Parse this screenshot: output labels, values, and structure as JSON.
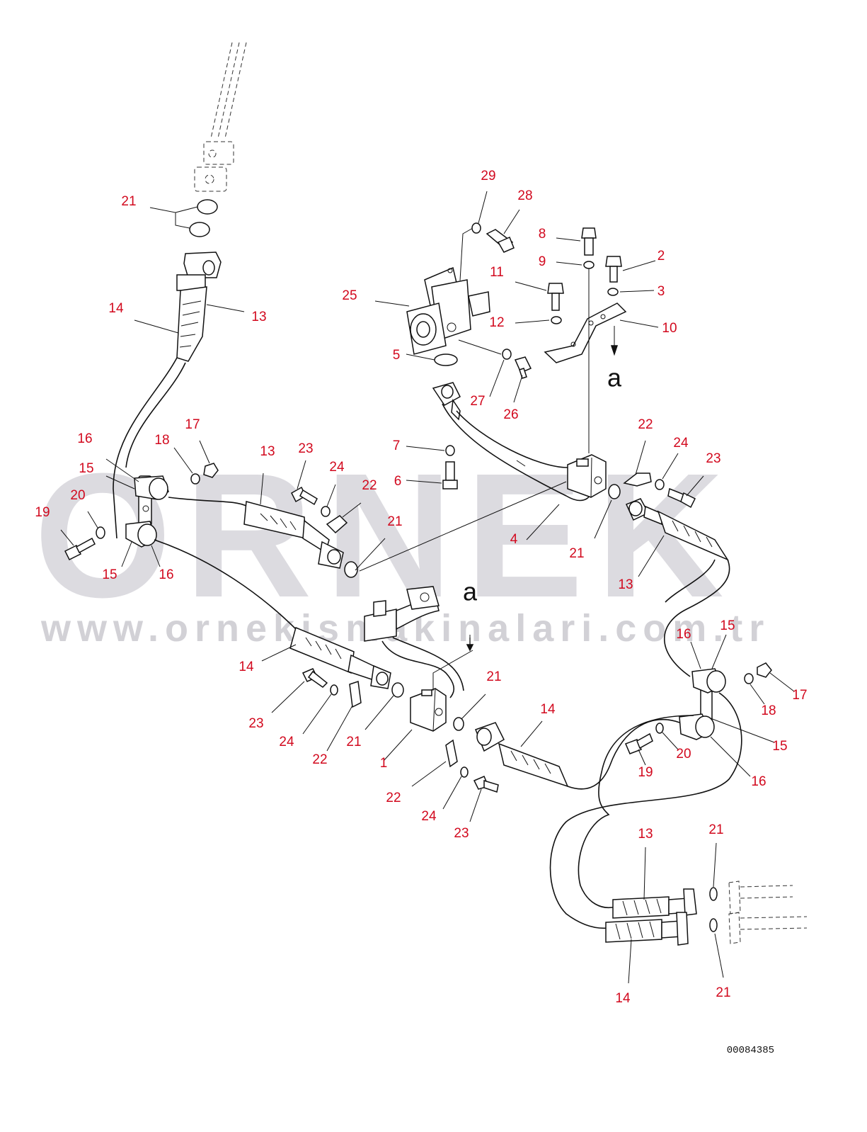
{
  "watermark": {
    "brand": "ORNEK",
    "url": "www.ornekismakinalari.com.tr"
  },
  "document_number": "00084385",
  "view_markers": [
    "a",
    "a"
  ],
  "callouts": [
    {
      "id": "c-21-top",
      "label": "21"
    },
    {
      "id": "c-14-top",
      "label": "14"
    },
    {
      "id": "c-13-top",
      "label": "13"
    },
    {
      "id": "c-16-left",
      "label": "16"
    },
    {
      "id": "c-15-left",
      "label": "15"
    },
    {
      "id": "c-20-left",
      "label": "20"
    },
    {
      "id": "c-19-left",
      "label": "19"
    },
    {
      "id": "c-15-left-b",
      "label": "15"
    },
    {
      "id": "c-16-left-b",
      "label": "16"
    },
    {
      "id": "c-18-left",
      "label": "18"
    },
    {
      "id": "c-17-left",
      "label": "17"
    },
    {
      "id": "c-13-mid",
      "label": "13"
    },
    {
      "id": "c-23-mid",
      "label": "23"
    },
    {
      "id": "c-24-mid",
      "label": "24"
    },
    {
      "id": "c-22-mid",
      "label": "22"
    },
    {
      "id": "c-21-mid",
      "label": "21"
    },
    {
      "id": "c-29",
      "label": "29"
    },
    {
      "id": "c-28",
      "label": "28"
    },
    {
      "id": "c-25",
      "label": "25"
    },
    {
      "id": "c-5",
      "label": "5"
    },
    {
      "id": "c-27",
      "label": "27"
    },
    {
      "id": "c-26",
      "label": "26"
    },
    {
      "id": "c-8",
      "label": "8"
    },
    {
      "id": "c-9",
      "label": "9"
    },
    {
      "id": "c-11",
      "label": "11"
    },
    {
      "id": "c-12",
      "label": "12"
    },
    {
      "id": "c-2",
      "label": "2"
    },
    {
      "id": "c-3",
      "label": "3"
    },
    {
      "id": "c-10",
      "label": "10"
    },
    {
      "id": "c-7",
      "label": "7"
    },
    {
      "id": "c-6",
      "label": "6"
    },
    {
      "id": "c-4",
      "label": "4"
    },
    {
      "id": "c-21-right",
      "label": "21"
    },
    {
      "id": "c-22-right",
      "label": "22"
    },
    {
      "id": "c-24-right",
      "label": "24"
    },
    {
      "id": "c-23-right",
      "label": "23"
    },
    {
      "id": "c-13-right",
      "label": "13"
    },
    {
      "id": "c-14-center",
      "label": "14"
    },
    {
      "id": "c-23-low",
      "label": "23"
    },
    {
      "id": "c-24-low",
      "label": "24"
    },
    {
      "id": "c-22-low",
      "label": "22"
    },
    {
      "id": "c-21-low",
      "label": "21"
    },
    {
      "id": "c-1",
      "label": "1"
    },
    {
      "id": "c-21-low2",
      "label": "21"
    },
    {
      "id": "c-14-low",
      "label": "14"
    },
    {
      "id": "c-22-bottom",
      "label": "22"
    },
    {
      "id": "c-24-bottom",
      "label": "24"
    },
    {
      "id": "c-23-bottom",
      "label": "23"
    },
    {
      "id": "c-16-right",
      "label": "16"
    },
    {
      "id": "c-15-right",
      "label": "15"
    },
    {
      "id": "c-17-right",
      "label": "17"
    },
    {
      "id": "c-18-right",
      "label": "18"
    },
    {
      "id": "c-15-right-b",
      "label": "15"
    },
    {
      "id": "c-20-right",
      "label": "20"
    },
    {
      "id": "c-19-right",
      "label": "19"
    },
    {
      "id": "c-16-right-b",
      "label": "16"
    },
    {
      "id": "c-13-bottom",
      "label": "13"
    },
    {
      "id": "c-21-bottom-a",
      "label": "21"
    },
    {
      "id": "c-14-bottom",
      "label": "14"
    },
    {
      "id": "c-21-bottom-b",
      "label": "21"
    }
  ]
}
